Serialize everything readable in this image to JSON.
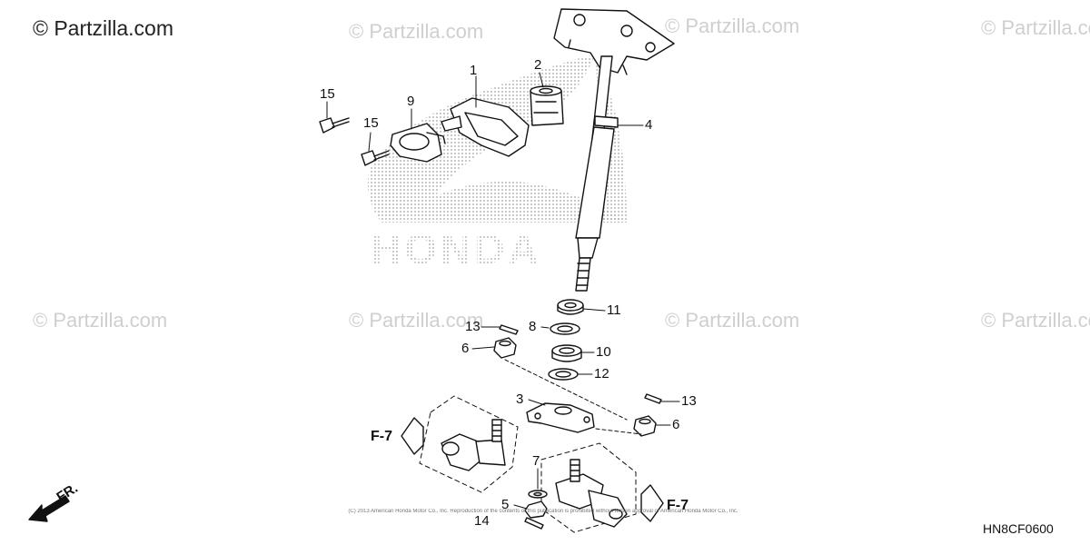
{
  "watermarks": {
    "main": "© Partzilla.com",
    "repeat": "© Partzilla.com"
  },
  "brand_logo_text": "HONDA",
  "part_numbers": {
    "n1": "1",
    "n2": "2",
    "n3": "3",
    "n4": "4",
    "n5": "5",
    "n6a": "6",
    "n6b": "6",
    "n7": "7",
    "n8": "8",
    "n9": "9",
    "n10": "10",
    "n11": "11",
    "n12": "12",
    "n13a": "13",
    "n13b": "13",
    "n14": "14",
    "n15a": "15",
    "n15b": "15"
  },
  "references": {
    "left": "F-7",
    "right": "F-7",
    "front": "FR."
  },
  "diagram_code": "HN8CF0600",
  "copyright": "(C) 2013 American Honda Motor Co., Inc. Reproduction of the contents of this publication is prohibited without written approval of American Honda Motor Co., Inc."
}
